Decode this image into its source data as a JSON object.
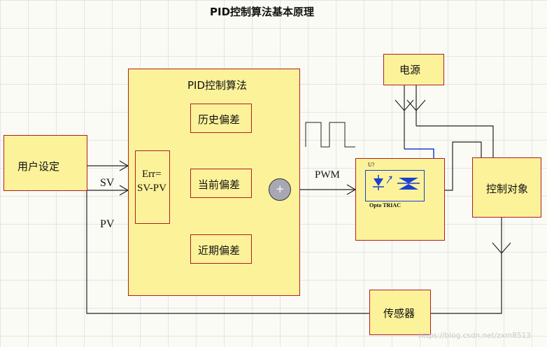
{
  "title": "PID控制算法基本原理",
  "blocks": {
    "user_setting": "用户设定",
    "pid_algorithm": "PID控制算法",
    "err_line1": "Err=",
    "err_line2": "SV-PV",
    "history_error": "历史偏差",
    "current_error": "当前偏差",
    "recent_error": "近期偏差",
    "summer": "+",
    "power": "电源",
    "control_object": "控制对象",
    "sensor": "传感器",
    "opto_ref": "U?",
    "opto_label": "Opto TRIAC"
  },
  "signals": {
    "sv": "SV",
    "pv": "PV",
    "pwm": "PWM"
  },
  "watermark": "https://blog.csdn.net/zxm8513",
  "colors": {
    "block_fill": "#fcf29a",
    "block_border": "#b01e1e",
    "wire": "#222222",
    "opto_blue": "#1a3fd0",
    "summer_fill": "#a8a8b4"
  }
}
